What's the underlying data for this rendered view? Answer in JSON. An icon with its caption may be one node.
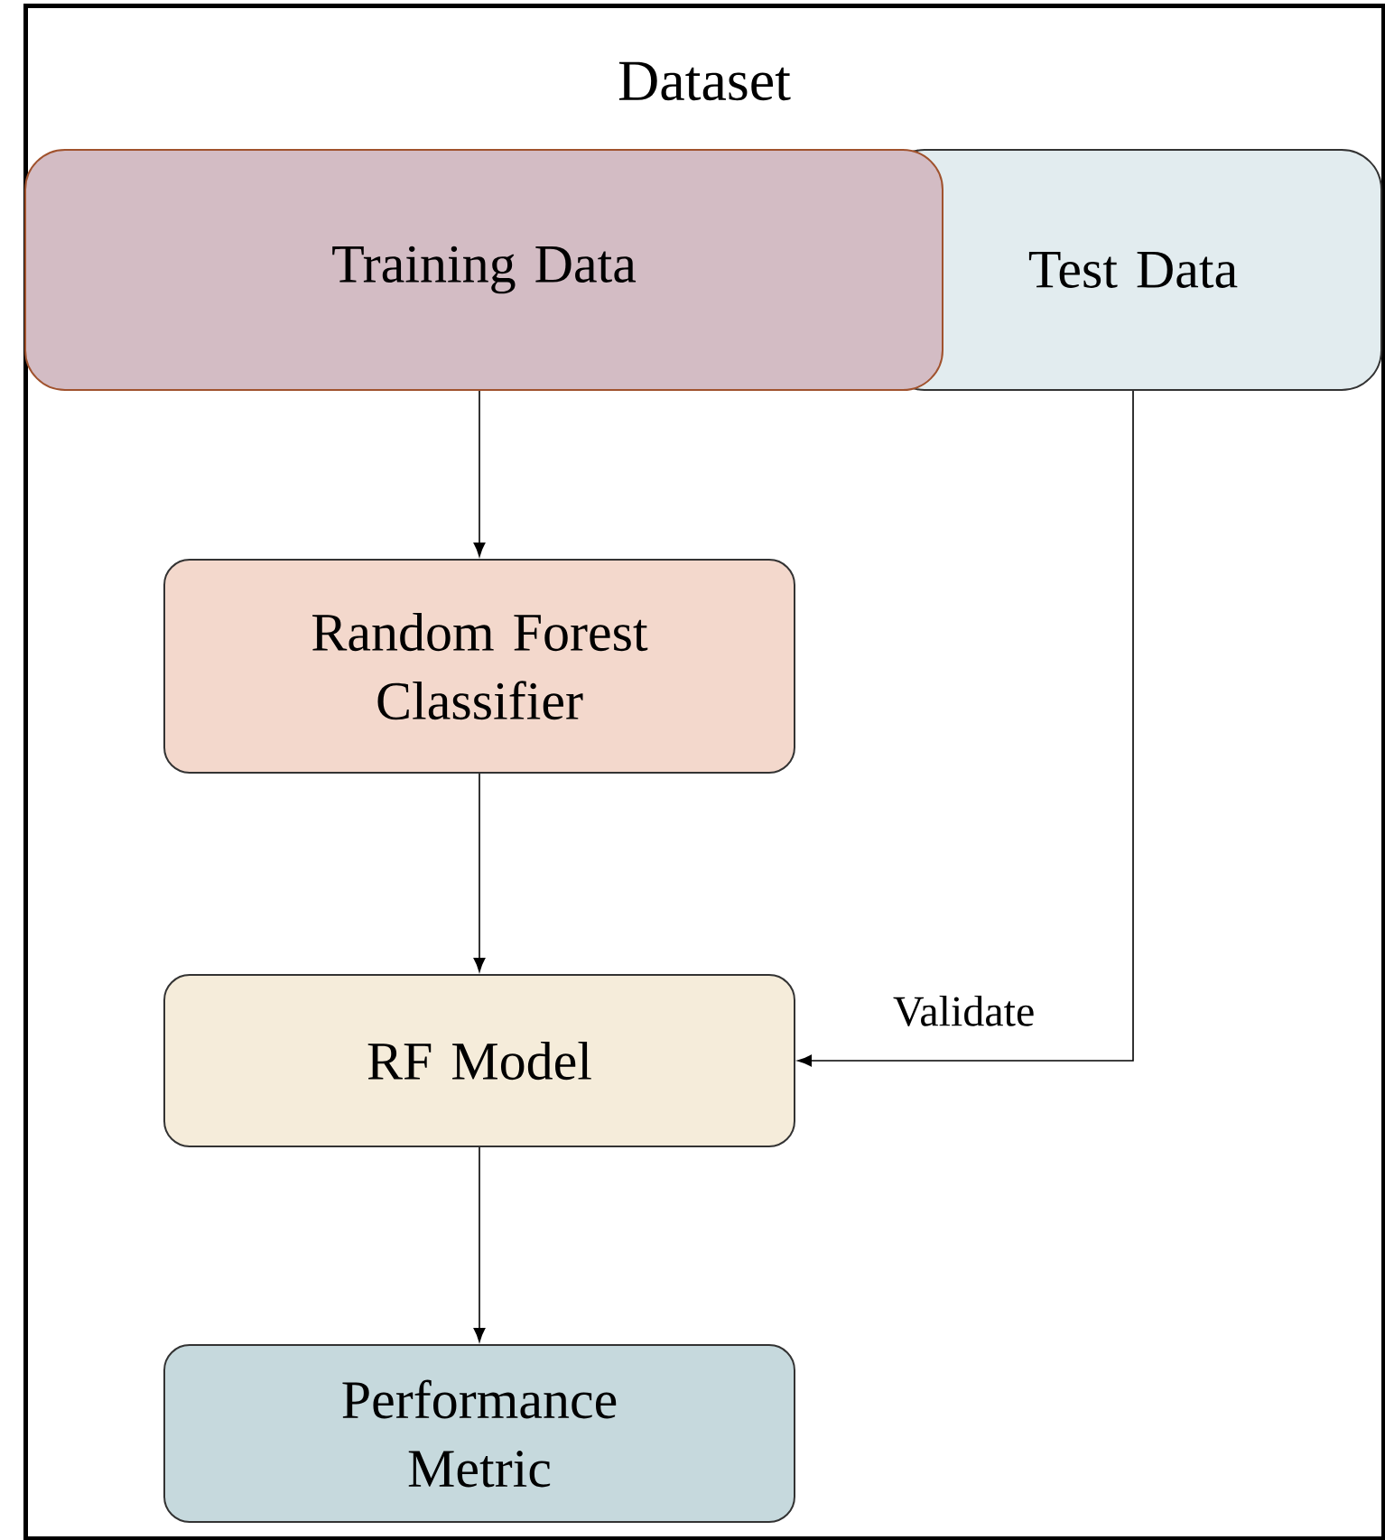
{
  "diagram": {
    "nodes": [
      {
        "text": [
          "Dataset"
        ]
      },
      {
        "text": [
          "Training Data"
        ],
        "in": 0
      },
      {
        "text": [
          "Test Data"
        ],
        "in": 0
      },
      {
        "text": [
          "Random Forest Classifier"
        ],
        "in": 0
      },
      {
        "text": [
          "RF Model"
        ],
        "in": 0
      },
      {
        "text": [
          "Performance Metric"
        ],
        "in": 0
      }
    ],
    "edges": [
      {
        "from": 1,
        "to": 3,
        "arrow": "to"
      },
      {
        "from": 3,
        "to": 4,
        "arrow": "to"
      },
      {
        "from": 2,
        "to": 4,
        "arrow": "to",
        "label": "Validate"
      },
      {
        "from": 4,
        "to": 5,
        "arrow": "to"
      }
    ]
  }
}
